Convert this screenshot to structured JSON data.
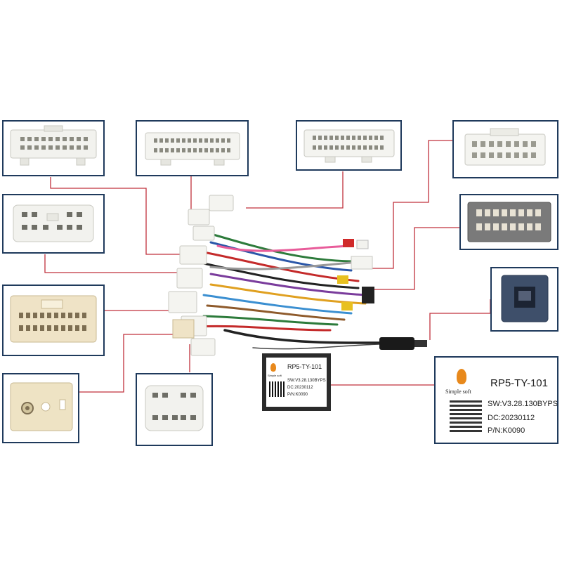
{
  "colors": {
    "frame": "#1f3a5c",
    "leader": "#c0313c",
    "connector_white": "#f2f2ee",
    "connector_cream": "#efe3c6",
    "connector_gray": "#7a7a7a",
    "connector_navy": "#3e4f6a",
    "brand_orange": "#e8891c"
  },
  "module_label": {
    "brand": "Simple soft",
    "model": "RP5-TY-101",
    "sw": "SW:V3.28.130BYPS",
    "dc": "DC:20230112",
    "pn": "P/N:K0090"
  },
  "module_label_small": {
    "brand": "Simple soft",
    "model": "RP5-TY-101",
    "sw": "SW:V3.28.130BYPS",
    "dc": "DC:20230112",
    "pn": "P/N:K0090"
  }
}
